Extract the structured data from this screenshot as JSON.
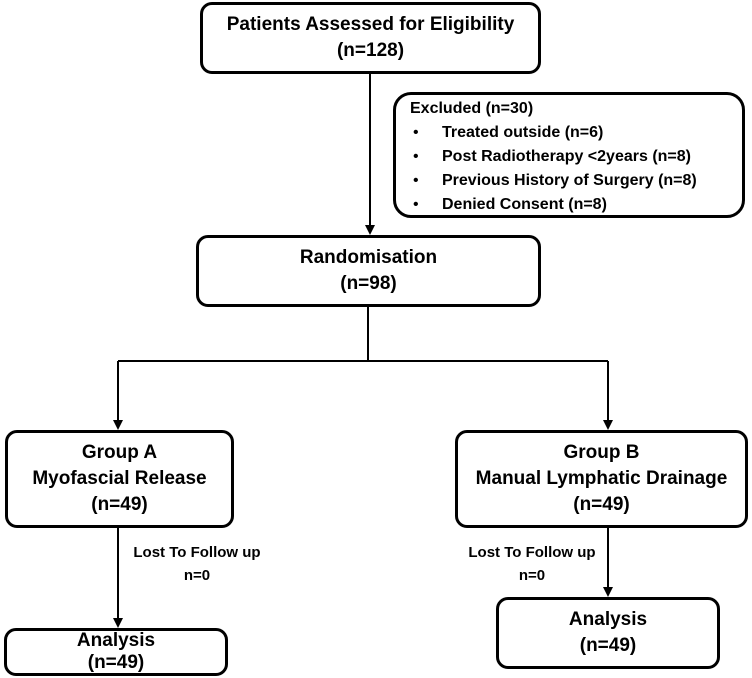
{
  "eligibility": {
    "title": "Patients Assessed for Eligibility",
    "count": "(n=128)"
  },
  "excluded": {
    "title": "Excluded (n=30)",
    "items": [
      "Treated outside (n=6)",
      "Post Radiotherapy <2years (n=8)",
      "Previous History of Surgery (n=8)",
      "Denied Consent (n=8)"
    ]
  },
  "randomisation": {
    "title": "Randomisation",
    "count": "(n=98)"
  },
  "group_a": {
    "title": "Group A",
    "intervention": "Myofascial Release",
    "count": "(n=49)",
    "lost_label": "Lost To Follow up",
    "lost_count": "n=0",
    "analysis_title": "Analysis",
    "analysis_count": "(n=49)"
  },
  "group_b": {
    "title": "Group B",
    "intervention": "Manual Lymphatic Drainage",
    "count": "(n=49)",
    "lost_label": "Lost To Follow up",
    "lost_count": "n=0",
    "analysis_title": "Analysis",
    "analysis_count": "(n=49)"
  }
}
